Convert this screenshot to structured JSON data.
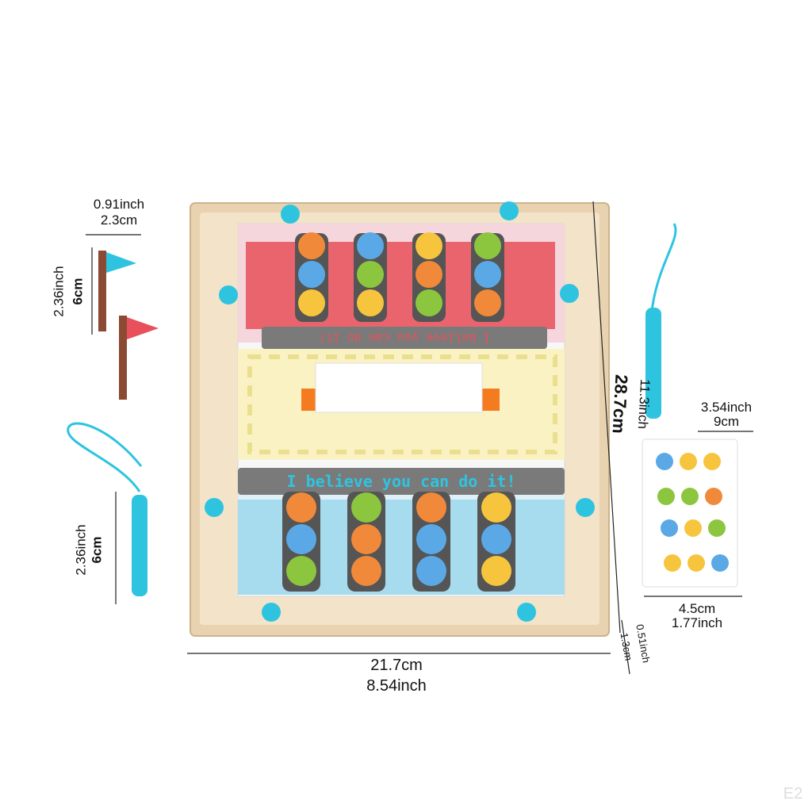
{
  "dimensions": {
    "flag_width_inch": "0.91inch",
    "flag_width_cm": "2.3cm",
    "flag_height_inch": "2.36inch",
    "flag_height_cm": "6cm",
    "pen_height_inch": "2.36inch",
    "pen_height_cm": "6cm",
    "board_width_cm": "21.7cm",
    "board_width_inch": "8.54inch",
    "board_height_cm": "28.7cm",
    "board_thickness_inch": "0.51inch",
    "board_thickness_cm": "1.3cm",
    "pen_length_inch": "11.3inch",
    "card_height_inch": "3.54inch",
    "card_height_cm": "9cm",
    "card_width_cm": "4.5cm",
    "card_width_inch": "1.77inch"
  },
  "board": {
    "top_banner": "I believe you can do it!",
    "bottom_banner": "I believe you can do it!"
  },
  "watermark": "E2",
  "colors": {
    "wood": "#e8d2b0",
    "accent_cyan": "#2ec4e0",
    "top_panel": "#e8505b",
    "bottom_panel": "#8fd3ea",
    "slider": "#f47b20"
  }
}
